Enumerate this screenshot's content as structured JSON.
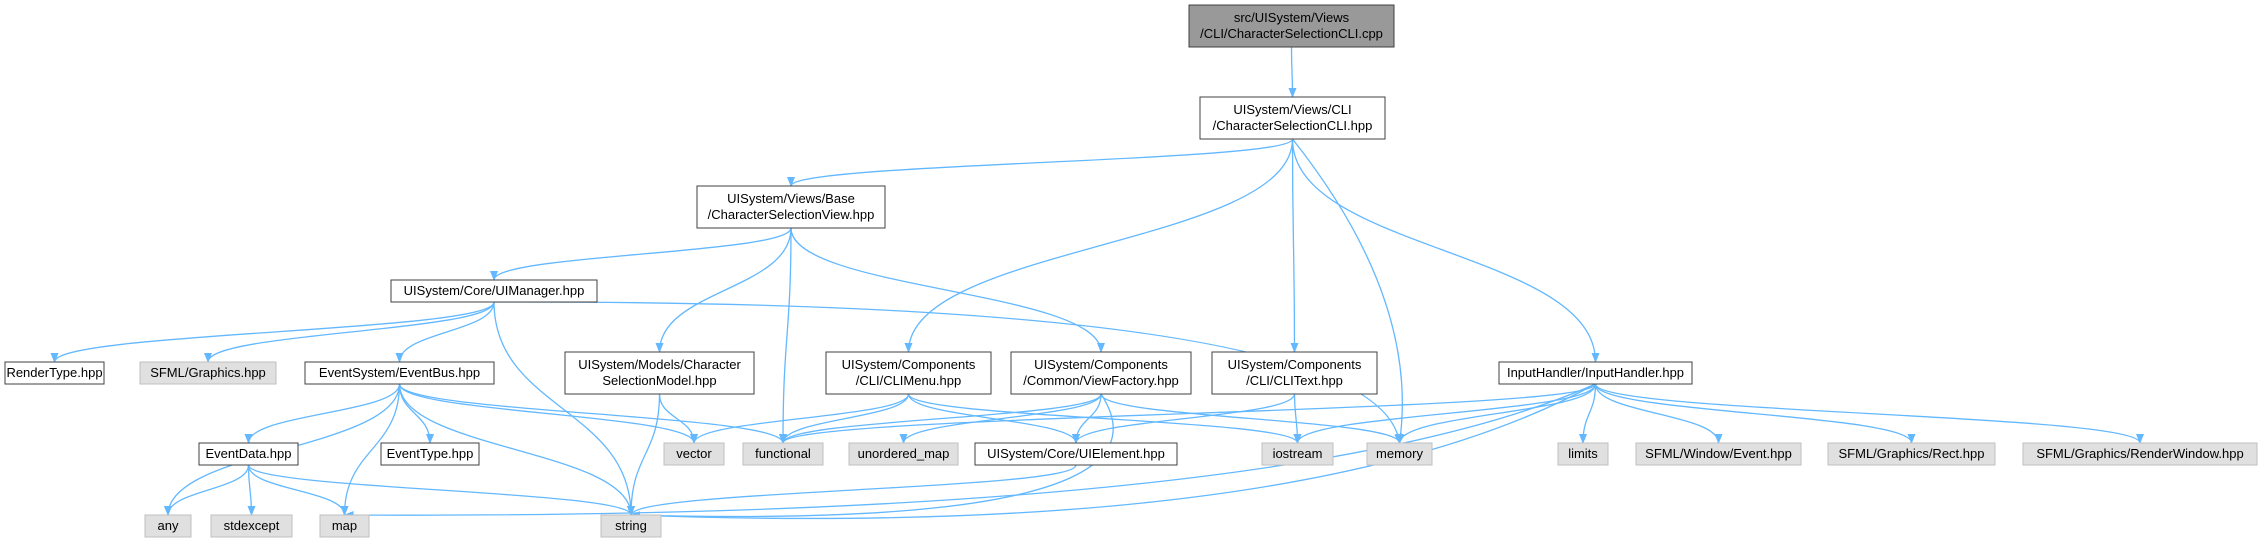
{
  "colors": {
    "edge": "#63b8ff",
    "node_border": "#404040",
    "node_fill": "#ffffff",
    "root_fill": "#999999",
    "system_border": "#bfbfbf",
    "system_fill": "#e0e0e0"
  },
  "nodes": [
    {
      "id": "root",
      "kind": "root",
      "lines": [
        "src/UISystem/Views",
        "/CLI/CharacterSelectionCLI.cpp"
      ]
    },
    {
      "id": "cscli_hpp",
      "kind": "project",
      "lines": [
        "UISystem/Views/CLI",
        "/CharacterSelectionCLI.hpp"
      ]
    },
    {
      "id": "csview",
      "kind": "project",
      "lines": [
        "UISystem/Views/Base",
        "/CharacterSelectionView.hpp"
      ]
    },
    {
      "id": "uimanager",
      "kind": "project",
      "lines": [
        "UISystem/Core/UIManager.hpp"
      ]
    },
    {
      "id": "rendertype",
      "kind": "project",
      "lines": [
        "RenderType.hpp"
      ]
    },
    {
      "id": "sfml_graphics",
      "kind": "system",
      "lines": [
        "SFML/Graphics.hpp"
      ]
    },
    {
      "id": "eventbus",
      "kind": "project",
      "lines": [
        "EventSystem/EventBus.hpp"
      ]
    },
    {
      "id": "csmodel",
      "kind": "project",
      "lines": [
        "UISystem/Models/Character",
        "SelectionModel.hpp"
      ]
    },
    {
      "id": "climenu",
      "kind": "project",
      "lines": [
        "UISystem/Components",
        "/CLI/CLIMenu.hpp"
      ]
    },
    {
      "id": "viewfactory",
      "kind": "project",
      "lines": [
        "UISystem/Components",
        "/Common/ViewFactory.hpp"
      ]
    },
    {
      "id": "clitext",
      "kind": "project",
      "lines": [
        "UISystem/Components",
        "/CLI/CLIText.hpp"
      ]
    },
    {
      "id": "inputhandler",
      "kind": "project",
      "lines": [
        "InputHandler/InputHandler.hpp"
      ]
    },
    {
      "id": "eventdata",
      "kind": "project",
      "lines": [
        "EventData.hpp"
      ]
    },
    {
      "id": "eventtype",
      "kind": "project",
      "lines": [
        "EventType.hpp"
      ]
    },
    {
      "id": "vector",
      "kind": "system",
      "lines": [
        "vector"
      ]
    },
    {
      "id": "functional",
      "kind": "system",
      "lines": [
        "functional"
      ]
    },
    {
      "id": "unordered_map",
      "kind": "system",
      "lines": [
        "unordered_map"
      ]
    },
    {
      "id": "uielement",
      "kind": "project",
      "lines": [
        "UISystem/Core/UIElement.hpp"
      ]
    },
    {
      "id": "iostream",
      "kind": "system",
      "lines": [
        "iostream"
      ]
    },
    {
      "id": "memory",
      "kind": "system",
      "lines": [
        "memory"
      ]
    },
    {
      "id": "limits",
      "kind": "system",
      "lines": [
        "limits"
      ]
    },
    {
      "id": "sfml_event",
      "kind": "system",
      "lines": [
        "SFML/Window/Event.hpp"
      ]
    },
    {
      "id": "sfml_rect",
      "kind": "system",
      "lines": [
        "SFML/Graphics/Rect.hpp"
      ]
    },
    {
      "id": "sfml_rw",
      "kind": "system",
      "lines": [
        "SFML/Graphics/RenderWindow.hpp"
      ]
    },
    {
      "id": "any",
      "kind": "system",
      "lines": [
        "any"
      ]
    },
    {
      "id": "stdexcept",
      "kind": "system",
      "lines": [
        "stdexcept"
      ]
    },
    {
      "id": "map",
      "kind": "system",
      "lines": [
        "map"
      ]
    },
    {
      "id": "string",
      "kind": "system",
      "lines": [
        "string"
      ]
    }
  ],
  "edges": [
    [
      "root",
      "cscli_hpp"
    ],
    [
      "cscli_hpp",
      "csview"
    ],
    [
      "cscli_hpp",
      "climenu"
    ],
    [
      "cscli_hpp",
      "clitext"
    ],
    [
      "cscli_hpp",
      "memory"
    ],
    [
      "cscli_hpp",
      "inputhandler"
    ],
    [
      "csview",
      "uimanager"
    ],
    [
      "csview",
      "csmodel"
    ],
    [
      "csview",
      "functional"
    ],
    [
      "csview",
      "viewfactory"
    ],
    [
      "uimanager",
      "rendertype"
    ],
    [
      "uimanager",
      "sfml_graphics"
    ],
    [
      "uimanager",
      "eventbus"
    ],
    [
      "uimanager",
      "string"
    ],
    [
      "uimanager",
      "memory"
    ],
    [
      "eventbus",
      "any"
    ],
    [
      "eventbus",
      "eventdata"
    ],
    [
      "eventbus",
      "map"
    ],
    [
      "eventbus",
      "eventtype"
    ],
    [
      "eventbus",
      "string"
    ],
    [
      "eventbus",
      "vector"
    ],
    [
      "eventbus",
      "functional"
    ],
    [
      "eventdata",
      "any"
    ],
    [
      "eventdata",
      "stdexcept"
    ],
    [
      "eventdata",
      "map"
    ],
    [
      "eventdata",
      "string"
    ],
    [
      "csmodel",
      "vector"
    ],
    [
      "csmodel",
      "string"
    ],
    [
      "climenu",
      "vector"
    ],
    [
      "climenu",
      "functional"
    ],
    [
      "climenu",
      "uielement"
    ],
    [
      "climenu",
      "iostream"
    ],
    [
      "viewfactory",
      "functional"
    ],
    [
      "viewfactory",
      "unordered_map"
    ],
    [
      "viewfactory",
      "uielement"
    ],
    [
      "viewfactory",
      "memory"
    ],
    [
      "viewfactory",
      "string"
    ],
    [
      "uielement",
      "string"
    ],
    [
      "clitext",
      "uielement"
    ],
    [
      "clitext",
      "iostream"
    ],
    [
      "inputhandler",
      "functional"
    ],
    [
      "inputhandler",
      "iostream"
    ],
    [
      "inputhandler",
      "memory"
    ],
    [
      "inputhandler",
      "limits"
    ],
    [
      "inputhandler",
      "sfml_event"
    ],
    [
      "inputhandler",
      "sfml_rect"
    ],
    [
      "inputhandler",
      "sfml_rw"
    ],
    [
      "inputhandler",
      "map"
    ],
    [
      "inputhandler",
      "string"
    ]
  ]
}
